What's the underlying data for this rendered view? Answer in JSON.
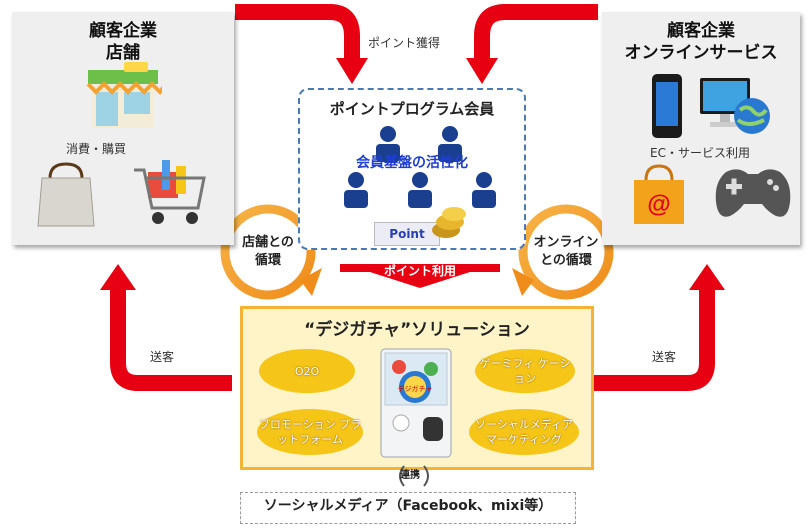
{
  "left_panel": {
    "title_line1": "顧客企業",
    "title_line2": "店舗",
    "caption": "消費・購買",
    "icons": [
      "shop-icon",
      "shopping-bag-icon",
      "shopping-cart-icon"
    ]
  },
  "right_panel": {
    "title_line1": "顧客企業",
    "title_line2": "オンラインサービス",
    "caption": "EC・サービス利用",
    "icons": [
      "smartphone-icon",
      "monitor-icon",
      "globe-icon",
      "email-bag-icon",
      "gamepad-icon"
    ]
  },
  "top_label": "ポイント獲得",
  "member_box": {
    "title": "ポイントプログラム会員",
    "subtitle": "会員基盤の活性化",
    "card_label": "Point"
  },
  "cycles": {
    "left_line1": "店舗との",
    "left_line2": "循環",
    "right_line1": "オンライン",
    "right_line2": "との循環"
  },
  "point_use_label": "ポイント利用",
  "side_labels": {
    "left": "送客",
    "right": "送客"
  },
  "solution": {
    "title": "“デジガチャ”ソリューション",
    "items": [
      "O2O",
      "ゲーミフィ ケーション",
      "プロモーション プラットフォーム",
      "ソーシャルメディア マーケティング"
    ],
    "machine_label": "デジガチャ"
  },
  "link_label": "連携",
  "social_media": "ソーシャルメディア（Facebook、mixi等）",
  "colors": {
    "arrow_red": "#e60012",
    "orange": "#f4a234",
    "member_blue": "#1a3f8f",
    "subtitle_blue": "#1f3fd0",
    "ellipse_yellow": "#f5c518"
  }
}
